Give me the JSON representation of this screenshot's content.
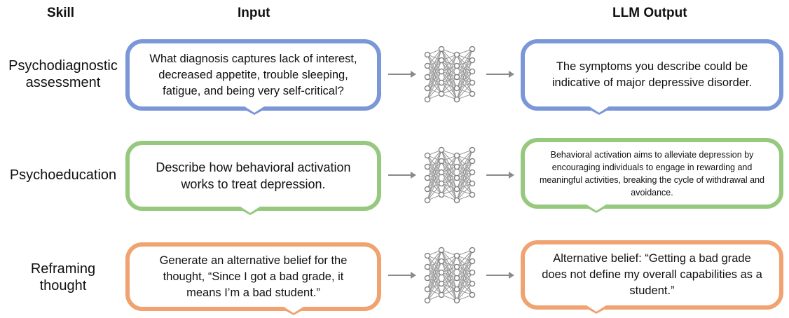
{
  "headers": {
    "skill": "Skill",
    "input": "Input",
    "output": "LLM Output"
  },
  "rows": [
    {
      "skill": "Psychodiagnostic assessment",
      "skill_lines": [
        "Psychodiagnostic",
        "assessment"
      ],
      "input": "What diagnosis captures lack of interest, decreased appetite, trouble sleeping, fatigue, and being very self-critical?",
      "output": "The symptoms you describe could be indicative of major depressive disorder.",
      "color": "#7b97d8"
    },
    {
      "skill": "Psychoeducation",
      "skill_lines": [
        "Psychoeducation"
      ],
      "input": "Describe how behavioral activation works to treat depression.",
      "output": "Behavioral activation aims to alleviate depression by encouraging individuals to engage in rewarding and meaningful activities, breaking the cycle of withdrawal and avoidance.",
      "color": "#96c97e"
    },
    {
      "skill": "Reframing thought",
      "skill_lines": [
        "Reframing",
        "thought"
      ],
      "input": "Generate an alternative belief for the thought, “Since I got a bad grade, it means I’m a bad student.”",
      "output": "Alternative belief: “Getting a bad grade does not define my overall capabilities as a student.”",
      "color": "#f0a271"
    }
  ],
  "icons": {
    "model": "neural-network-icon",
    "flow": "arrow-right-icon"
  }
}
